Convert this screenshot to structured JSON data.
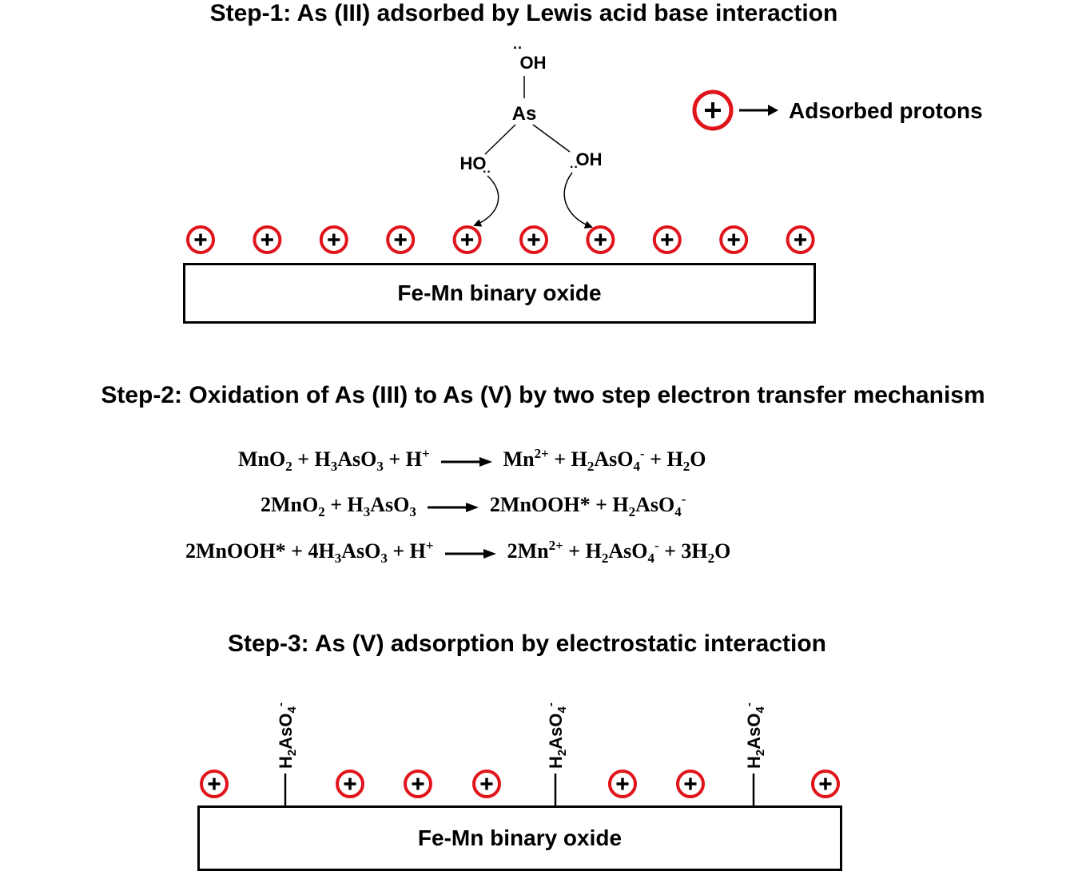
{
  "step1": {
    "title": "Step-1: As (III) adsorbed by Lewis acid base interaction",
    "molecule": {
      "top_group": "OH",
      "center": "As",
      "left_group": "HO",
      "right_group": "OH"
    },
    "legend_label": "Adsorbed protons",
    "surface_label": "Fe-Mn binary oxide",
    "proton_count": 10
  },
  "step2": {
    "title": "Step-2: Oxidation of As (III) to As (V) by two step electron transfer mechanism",
    "equations": [
      {
        "lhs": [
          [
            "MnO",
            "2",
            ""
          ],
          [
            " + H",
            "3",
            ""
          ],
          [
            "AsO",
            "3",
            ""
          ],
          [
            " + H",
            "",
            "+"
          ]
        ],
        "rhs": [
          [
            "Mn",
            "",
            "2+"
          ],
          [
            " + H",
            "2",
            ""
          ],
          [
            "AsO",
            "4",
            "-"
          ],
          [
            " + H",
            "2",
            ""
          ],
          [
            "O",
            "",
            ""
          ]
        ]
      },
      {
        "lhs": [
          [
            "2MnO",
            "2",
            ""
          ],
          [
            " + H",
            "3",
            ""
          ],
          [
            "AsO",
            "3",
            ""
          ]
        ],
        "rhs": [
          [
            "2MnOOH* + H",
            "2",
            ""
          ],
          [
            "AsO",
            "4",
            "-"
          ]
        ]
      },
      {
        "lhs": [
          [
            "2MnOOH* + 4H",
            "3",
            ""
          ],
          [
            "AsO",
            "3",
            ""
          ],
          [
            " + H",
            "",
            "+"
          ]
        ],
        "rhs": [
          [
            "2Mn",
            "",
            "2+"
          ],
          [
            " + H",
            "2",
            ""
          ],
          [
            "AsO",
            "4",
            "-"
          ],
          [
            " + 3H",
            "2",
            ""
          ],
          [
            "O",
            "",
            ""
          ]
        ]
      }
    ]
  },
  "step3": {
    "title": "Step-3: As (V) adsorption by electrostatic interaction",
    "surface_label": "Fe-Mn binary oxide",
    "bound_species": "H2AsO4-",
    "bound_count": 3,
    "proton_count": 7
  },
  "colors": {
    "proton_ring": "#e0141b",
    "ink": "#000000"
  },
  "icons": [
    "proton-icon",
    "arrow-icon"
  ]
}
